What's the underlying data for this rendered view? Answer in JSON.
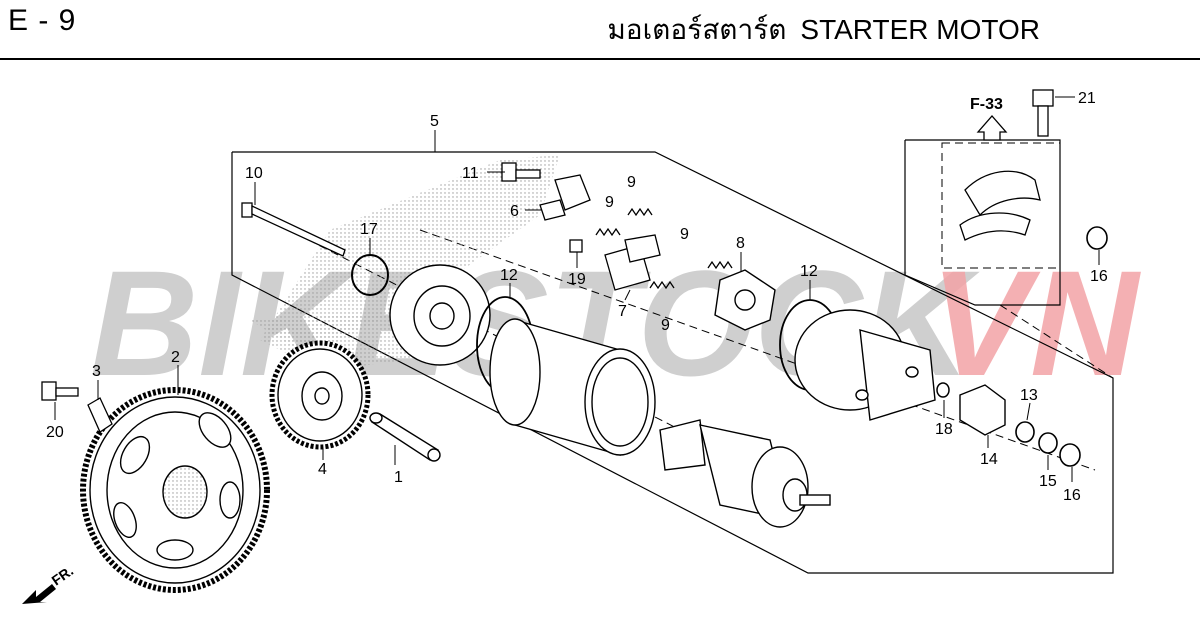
{
  "header": {
    "code": "E - 9",
    "title_th": "มอเตอร์สตาร์ต",
    "title_en": "STARTER MOTOR"
  },
  "reference": {
    "label": "F-33"
  },
  "direction": {
    "label": "FR."
  },
  "watermark": {
    "text_a": "BIKESTOCK",
    "text_b": "VN",
    "color_a": "#cfcfcf",
    "color_b": "#f3a3a6"
  },
  "callouts": [
    "1",
    "2",
    "3",
    "4",
    "5",
    "6",
    "7",
    "8",
    "9",
    "9",
    "9",
    "9",
    "10",
    "11",
    "12",
    "12",
    "13",
    "14",
    "15",
    "16",
    "16",
    "17",
    "18",
    "19",
    "20",
    "21"
  ]
}
